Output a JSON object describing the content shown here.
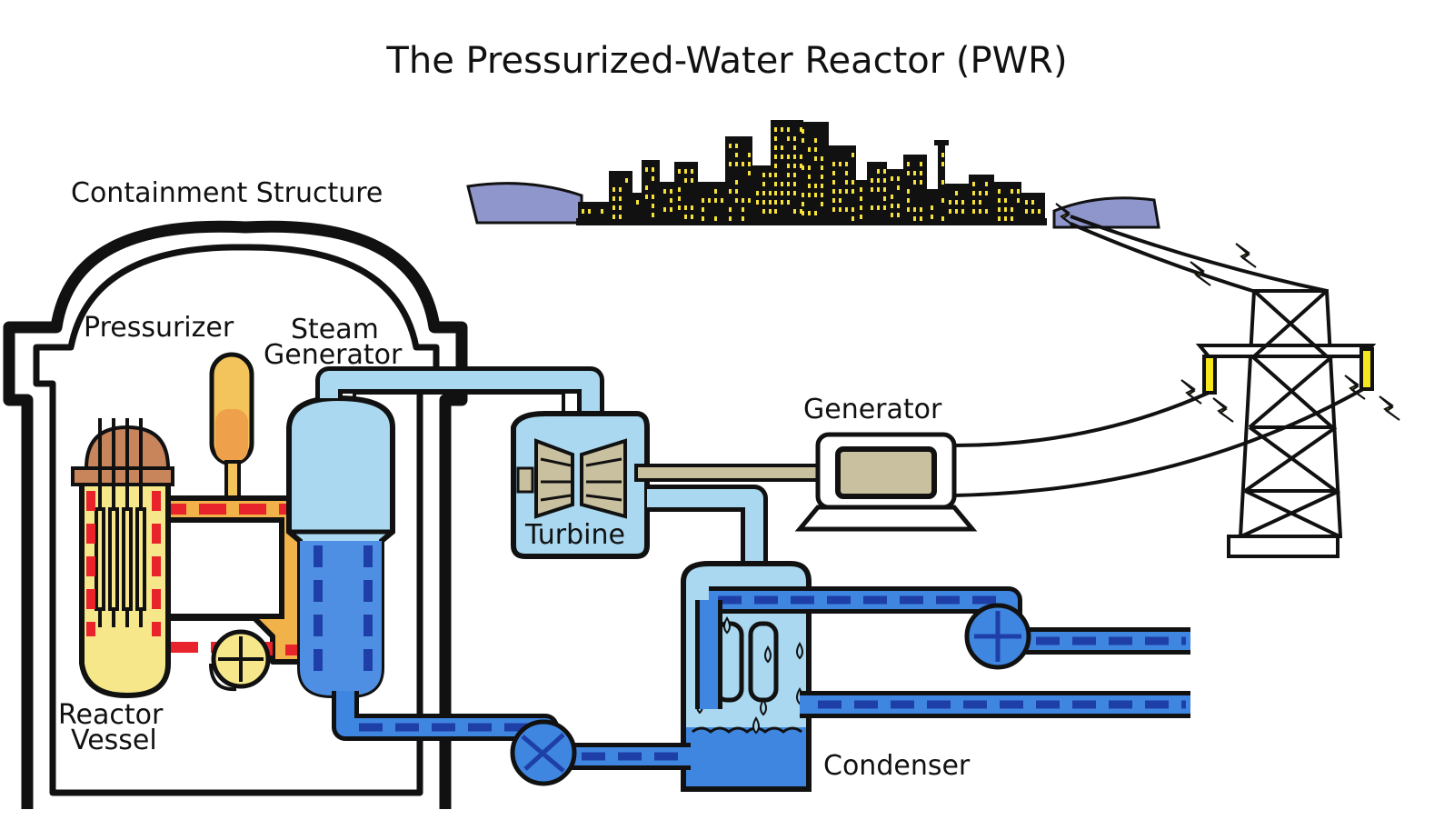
{
  "title": "The Pressurized-Water Reactor (PWR)",
  "labels": {
    "containment": "Containment Structure",
    "pressurizer": "Pressurizer",
    "steam_generator_line1": "Steam",
    "steam_generator_line2": "Generator",
    "generator": "Generator",
    "turbine": "Turbine",
    "reactor_vessel_line1": "Reactor",
    "reactor_vessel_line2": "Vessel",
    "condenser": "Condenser"
  },
  "colors": {
    "hot_water": "#e8232b",
    "hot_fill": "#f4e17a",
    "cool_water": "#2f6fd6",
    "cool_dash": "#1f3fa8",
    "steam": "#a9d8f0",
    "building_window": "#f7e23a",
    "hills": "#8f96cc",
    "outline": "#111111",
    "spark": "#f7e81e"
  }
}
